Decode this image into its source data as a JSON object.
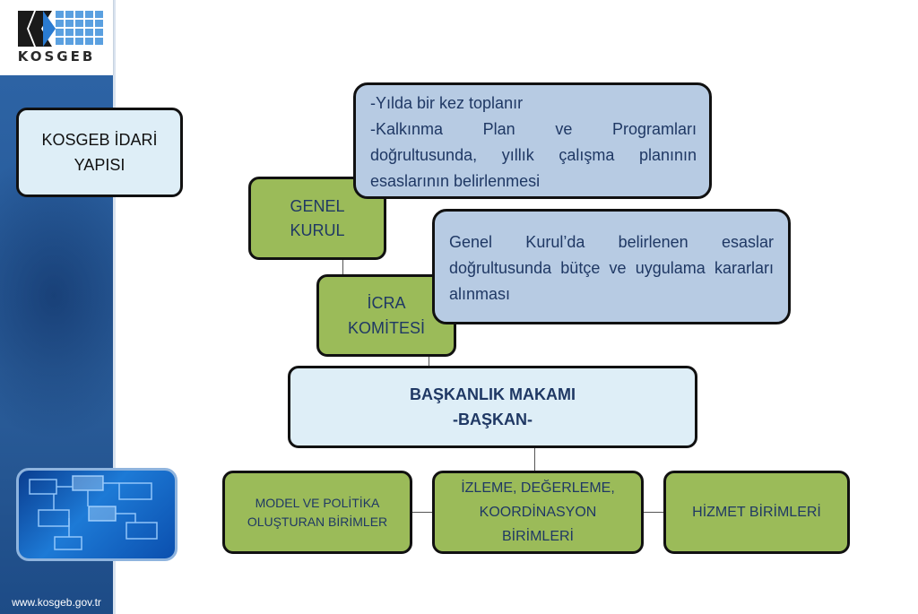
{
  "brand": {
    "logo_text": "KOSGEB",
    "url": "www.kosgeb.gov.tr"
  },
  "side_title": "KOSGEB İDARİ YAPISI",
  "org": {
    "genel_kurul": "GENEL KURUL",
    "icra_komitesi": "İCRA KOMİTESİ",
    "baskanlik": {
      "line1": "BAŞKANLIK MAKAMI",
      "line2": "-BAŞKAN-"
    },
    "units": [
      "MODEL VE POLİTİKA OLUŞTURAN BİRİMLER",
      "İZLEME, DEĞERLEME, KOORDİNASYON BİRİMLERİ",
      "HİZMET BİRİMLERİ"
    ]
  },
  "notes": {
    "genel_kurul": [
      "-Yılda bir kez toplanır",
      "-Kalkınma Plan ve Programları doğrultusunda, yıllık çalışma planının esaslarının belirlenmesi"
    ],
    "icra_komitesi": "Genel Kurul’da belirlenen esaslar doğrultusunda bütçe ve uygulama kararları alınması"
  },
  "colors": {
    "sidebar_blue": "#2b5e9b",
    "box_green": "#9bbb59",
    "box_light_blue": "#deeef7",
    "note_blue": "#b7cbe3",
    "text_navy": "#1f3864"
  }
}
